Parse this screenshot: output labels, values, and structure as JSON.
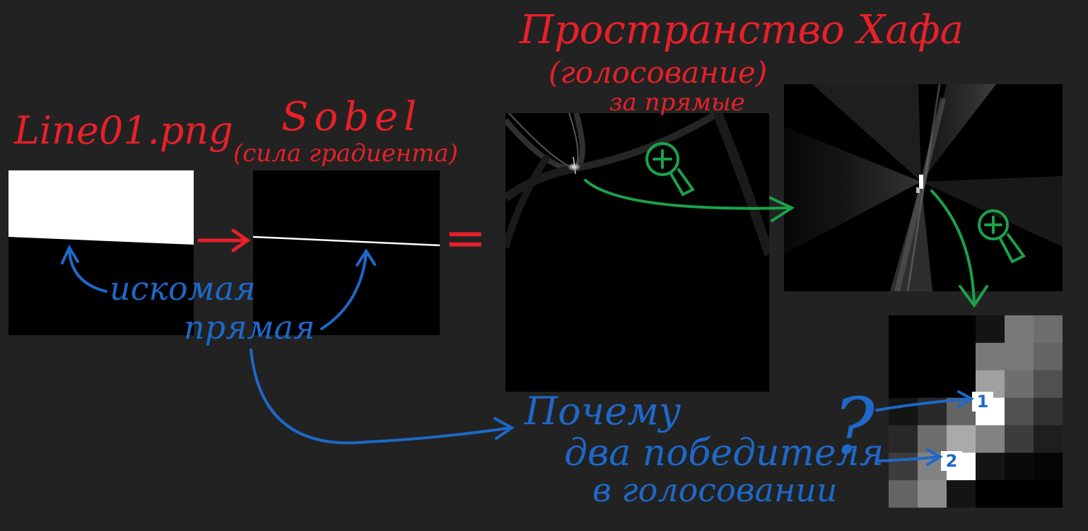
{
  "labels": {
    "line_file": "Line01.png",
    "sobel_title": "Sobel",
    "sobel_subtitle": "(сила градиента)",
    "equals": "=",
    "hough_title": "Пространство Хафа",
    "hough_subtitle": "(голосование)",
    "hough_subtitle2": "за прямые",
    "target_line_1": "искомая",
    "target_line_2": "прямая",
    "question_1": "Почему",
    "question_2": "два победителя",
    "question_3": "в голосовании",
    "question_mark": "?",
    "winner_1": "1",
    "winner_2": "2"
  },
  "colors": {
    "background": "#222222",
    "red": "#e8202a",
    "blue": "#1e68c8",
    "green": "#1aa24a"
  },
  "icons": {
    "zoom_1": "magnifier-plus-icon",
    "zoom_2": "magnifier-plus-icon"
  },
  "zoom_grid": {
    "cols": 6,
    "rows": 7,
    "levels": [
      [
        0,
        0,
        0,
        20,
        120,
        110
      ],
      [
        0,
        0,
        0,
        120,
        120,
        100
      ],
      [
        0,
        0,
        0,
        160,
        110,
        80
      ],
      [
        20,
        40,
        100,
        255,
        80,
        50
      ],
      [
        40,
        110,
        170,
        130,
        60,
        30
      ],
      [
        60,
        130,
        255,
        20,
        10,
        5
      ],
      [
        100,
        140,
        20,
        0,
        0,
        0
      ]
    ]
  }
}
